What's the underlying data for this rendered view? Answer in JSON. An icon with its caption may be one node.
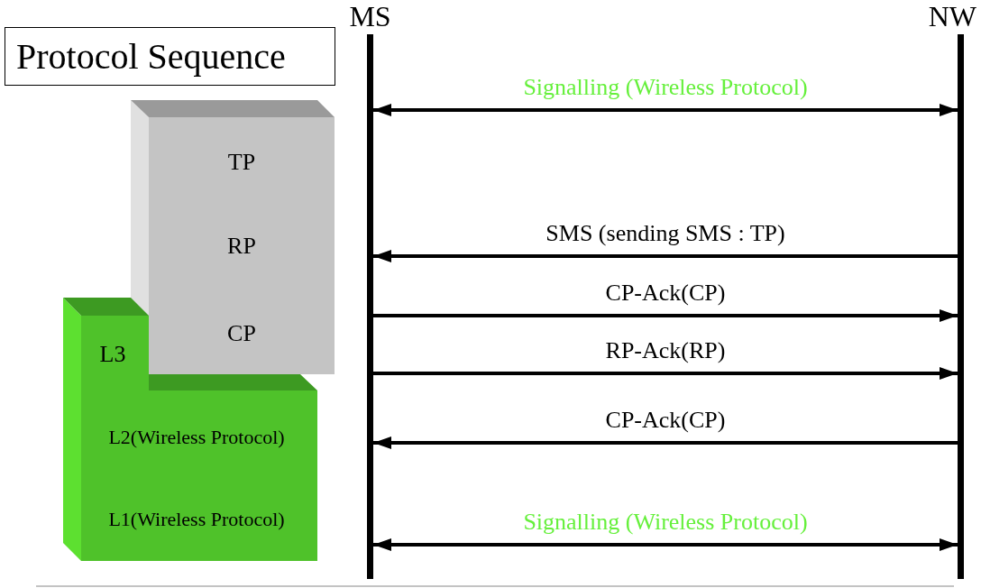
{
  "diagram": {
    "title": "Protocol Sequence",
    "nodes": [
      {
        "text": [
          "MS"
        ]
      },
      {
        "text": [
          "NW"
        ]
      },
      {
        "text": [
          "TP",
          "RP",
          "CP"
        ]
      },
      {
        "text": [
          "L3",
          "L2(Wireless Protocol)",
          "L1(Wireless Protocol)"
        ]
      }
    ],
    "edges": [
      {
        "from": 0,
        "to": 1,
        "arrow": "both",
        "label": "Signalling (Wireless Protocol)"
      },
      {
        "from": 1,
        "to": 0,
        "arrow": "to",
        "label": "SMS (sending SMS : TP)"
      },
      {
        "from": 0,
        "to": 1,
        "arrow": "to",
        "label": "CP-Ack(CP)"
      },
      {
        "from": 0,
        "to": 1,
        "arrow": "to",
        "label": "RP-Ack(RP)"
      },
      {
        "from": 1,
        "to": 0,
        "arrow": "to",
        "label": "CP-Ack(CP)"
      },
      {
        "from": 0,
        "to": 1,
        "arrow": "both",
        "label": "Signalling (Wireless Protocol)"
      }
    ]
  }
}
